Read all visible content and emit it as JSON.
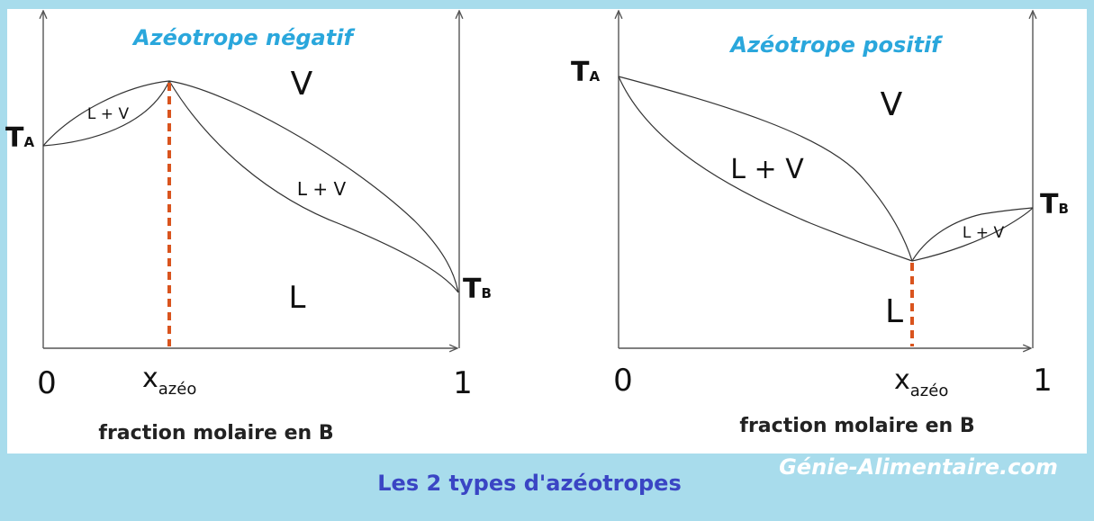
{
  "left_diagram": {
    "title": "Azéotrope négatif",
    "region_vapor": "V",
    "region_liquid": "L",
    "region_lv_left": "L + V",
    "region_lv_right": "L + V",
    "ta_main": "T",
    "ta_sub": "A",
    "tb_main": "T",
    "tb_sub": "B",
    "tick_zero": "0",
    "tick_one": "1",
    "xazeo_main": "x",
    "xazeo_sub": "azéo",
    "xlabel": "fraction molaire en B"
  },
  "right_diagram": {
    "title": "Azéotrope positif",
    "region_vapor": "V",
    "region_liquid": "L",
    "region_lv_left": "L + V",
    "region_lv_right": "L + V",
    "ta_main": "T",
    "ta_sub": "A",
    "tb_main": "T",
    "tb_sub": "B",
    "tick_zero": "0",
    "tick_one": "1",
    "xazeo_main": "x",
    "xazeo_sub": "azéo",
    "xlabel": "fraction molaire en B"
  },
  "caption": "Les 2 types d'azéotropes",
  "site": "Génie-Alimentaire.com",
  "colors": {
    "background": "#a8dcec",
    "title": "#2aa7dc",
    "azeotrope_line": "#d9541e",
    "caption": "#3a45c4"
  }
}
